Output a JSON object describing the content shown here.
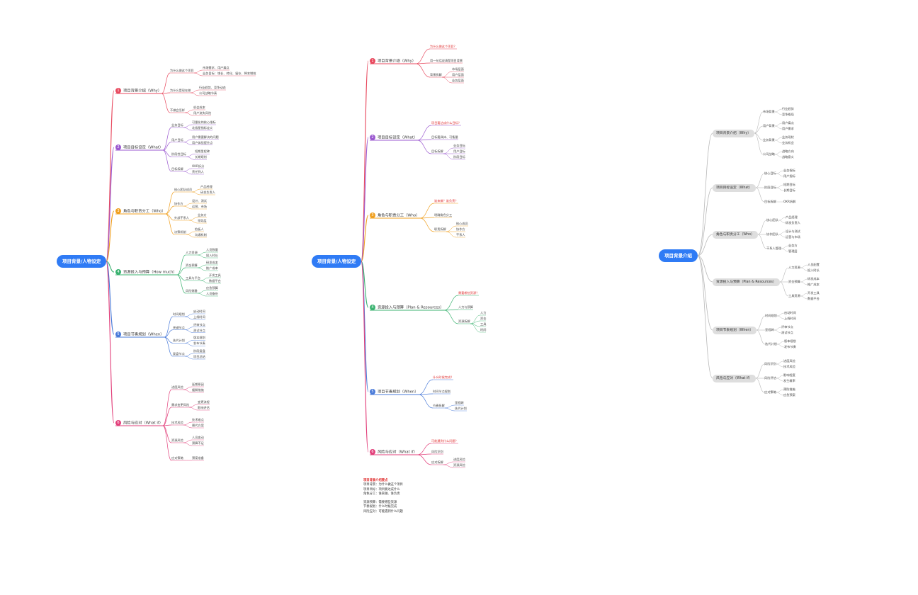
{
  "colors": {
    "root": "#2f7bf5",
    "red": "#e84a5f",
    "purple": "#9b59d0",
    "orange": "#f0a020",
    "green": "#3cb371",
    "blue": "#4a7bd9",
    "pink": "#e2407b",
    "grey_pill": "#dedede",
    "grey_line": "#b8b8b8"
  },
  "map1": {
    "root": "项目背景/人物设定",
    "branches": [
      {
        "label": "项目背景介绍（Why）",
        "children": [
          {
            "label": "为什么做这个项目",
            "children": [
              "市场需求、用户痛点",
              "业务目标：增长、转化、留存、降本增效"
            ]
          },
          {
            "label": "为什么是现在做",
            "children": [
              "行业趋势、竞争动态",
              "公司战略节奏"
            ]
          },
          {
            "label": "不做会怎样",
            "children": [
              "机会成本",
              "用户流失风险"
            ]
          }
        ]
      },
      {
        "label": "项目目标设定（What）",
        "children": [
          {
            "label": "业务目标",
            "children": [
              "可量化的核心指标",
              "北极星指标定义"
            ]
          },
          {
            "label": "用户目标",
            "children": [
              "用户需要解决的问题",
              "用户体验提升点"
            ]
          },
          {
            "label": "阶段性目标",
            "children": [
              "短期里程碑",
              "长期规划"
            ]
          },
          {
            "label": "目标拆解",
            "children": [
              "OKR拆分",
              "责任到人"
            ]
          }
        ]
      },
      {
        "label": "角色与职责分工（Who）",
        "children": [
          {
            "label": "核心团队成员",
            "children": [
              "产品经理",
              "研发负责人"
            ]
          },
          {
            "label": "协作方",
            "children": [
              "设计、测试",
              "运营、市场"
            ]
          },
          {
            "label": "外部干系人",
            "children": [
              "业务方",
              "领导层"
            ]
          },
          {
            "label": "决策机制",
            "children": [
              "拍板人",
              "沟通机制"
            ]
          }
        ]
      },
      {
        "label": "资源投入与预算（How much）",
        "children": [
          {
            "label": "人力资源",
            "children": [
              "人员数量",
              "投入时长"
            ]
          },
          {
            "label": "资金预算",
            "children": [
              "研发成本",
              "推广成本"
            ]
          },
          {
            "label": "工具与平台",
            "children": [
              "开发工具",
              "数据平台"
            ]
          },
          {
            "label": "风险储备",
            "children": [
              "应急预算",
              "人员备份"
            ]
          }
        ]
      },
      {
        "label": "项目节奏规划（When）",
        "children": [
          {
            "label": "时间规划",
            "children": [
              "启动时间",
              "上线时间"
            ]
          },
          {
            "label": "关键节点",
            "children": [
              "评审节点",
              "测试节点"
            ]
          },
          {
            "label": "迭代计划",
            "children": [
              "版本规划",
              "发布节奏"
            ]
          },
          {
            "label": "复盘节点",
            "children": [
              "阶段复盘",
              "项目总结"
            ]
          }
        ]
      },
      {
        "label": "风险与应对（What if）",
        "children": [
          {
            "label": "进度风险",
            "children": [
              "延期原因",
              "缓解措施"
            ]
          },
          {
            "label": "需求变更风险",
            "children": [
              "变更流程",
              "影响评估"
            ]
          },
          {
            "label": "技术风险",
            "children": [
              "技术难点",
              "替代方案"
            ]
          },
          {
            "label": "资源风险",
            "children": [
              "人员变动",
              "预算不足"
            ]
          },
          {
            "label": "应对策略",
            "children": [
              "预案准备"
            ]
          }
        ]
      }
    ]
  },
  "map2": {
    "root": "项目背景/人物设定",
    "branches": [
      {
        "label": "项目背景介绍（Why）",
        "children": [
          {
            "label": "为什么做这个项目？"
          },
          {
            "label": "用一句话说清楚项目背景"
          },
          {
            "label": "背景拆解",
            "children": [
              "市场层面",
              "用户层面",
              "业务层面"
            ]
          }
        ]
      },
      {
        "label": "项目目标设定（What）",
        "children": [
          {
            "label": "项目要达成什么目标？"
          },
          {
            "label": "目标要具体、可衡量"
          },
          {
            "label": "目标拆解",
            "children": [
              "业务目标",
              "用户目标",
              "阶段目标"
            ]
          }
        ]
      },
      {
        "label": "角色与职责分工（Who）",
        "children": [
          {
            "label": "谁来做？谁负责？"
          },
          {
            "label": "明确角色分工"
          },
          {
            "label": "职责拆解",
            "children": [
              "核心成员",
              "协作方",
              "干系人"
            ]
          }
        ]
      },
      {
        "label": "资源投入与预算（Plan & Resources）",
        "children": [
          {
            "label": "需要哪些资源？"
          },
          {
            "label": "人力与预算"
          },
          {
            "label": "资源拆解",
            "children": [
              "人力",
              "资金",
              "工具",
              "时间"
            ]
          }
        ]
      },
      {
        "label": "项目节奏规划（When）",
        "children": [
          {
            "label": "什么时候完成？"
          },
          {
            "label": "时间节点规划"
          },
          {
            "label": "节奏拆解",
            "children": [
              "里程碑",
              "迭代计划"
            ]
          }
        ]
      },
      {
        "label": "风险与应对（What if）",
        "children": [
          {
            "label": "可能遇到什么问题？"
          },
          {
            "label": "风险识别"
          },
          {
            "label": "应对拆解",
            "children": [
              "进度风险",
              "资源风险"
            ]
          }
        ]
      }
    ]
  },
  "notes": {
    "title": "项目背景介绍要点",
    "lines": [
      "项目背景：为什么做这个项目",
      "项目目标：项目要达成什么",
      "角色分工：谁来做、谁负责",
      "资源预算：需要哪些资源",
      "节奏规划：什么时候完成",
      "风险应对：可能遇到什么问题"
    ]
  },
  "map3": {
    "root": "项目背景介绍",
    "branches": [
      {
        "label": "项目背景介绍（Why）",
        "children": [
          {
            "label": "市场背景",
            "children": [
              "行业趋势",
              "竞争格局"
            ]
          },
          {
            "label": "用户背景",
            "children": [
              "用户痛点",
              "用户需求"
            ]
          },
          {
            "label": "业务背景",
            "children": [
              "业务现状",
              "业务机会"
            ]
          },
          {
            "label": "公司战略",
            "children": [
              "战略方向",
              "战略意义"
            ]
          }
        ]
      },
      {
        "label": "项目目标设定（What）",
        "children": [
          {
            "label": "核心目标",
            "children": [
              "业务指标",
              "用户指标"
            ]
          },
          {
            "label": "阶段目标",
            "children": [
              "短期目标",
              "长期目标"
            ]
          },
          {
            "label": "目标拆解",
            "children": [
              "OKR拆解"
            ]
          }
        ]
      },
      {
        "label": "角色与职责分工（Who）",
        "children": [
          {
            "label": "核心团队",
            "children": [
              "产品经理",
              "研发负责人"
            ]
          },
          {
            "label": "协作团队",
            "children": [
              "设计与测试",
              "运营与市场"
            ]
          },
          {
            "label": "干系人管理",
            "children": [
              "业务方",
              "管理层"
            ]
          }
        ]
      },
      {
        "label": "资源投入与预算（Plan & Resources）",
        "children": [
          {
            "label": "人力资源",
            "children": [
              "人员配置",
              "投入时长"
            ]
          },
          {
            "label": "资金预算",
            "children": [
              "研发成本",
              "推广成本"
            ]
          },
          {
            "label": "工具资源",
            "children": [
              "开发工具",
              "数据平台"
            ]
          }
        ]
      },
      {
        "label": "项目节奏规划（When）",
        "children": [
          {
            "label": "时间规划",
            "children": [
              "启动时间",
              "上线时间"
            ]
          },
          {
            "label": "里程碑",
            "children": [
              "评审节点",
              "测试节点"
            ]
          },
          {
            "label": "迭代计划",
            "children": [
              "版本规划",
              "发布节奏"
            ]
          }
        ]
      },
      {
        "label": "风险与应对（What if）",
        "children": [
          {
            "label": "风险识别",
            "children": [
              "进度风险",
              "技术风险"
            ]
          },
          {
            "label": "风险评估",
            "children": [
              "影响程度",
              "发生概率"
            ]
          },
          {
            "label": "应对策略",
            "children": [
              "预防措施",
              "应急预案"
            ]
          }
        ]
      }
    ]
  }
}
